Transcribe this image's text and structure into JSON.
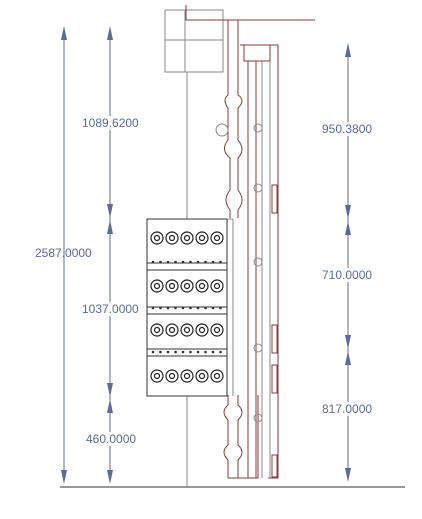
{
  "dimensions": {
    "overall_height": "2587.0000",
    "left_upper": "1089.6200",
    "left_middle": "1037.0000",
    "left_lower": "460.0000",
    "right_upper": "950.3800",
    "right_middle": "710.0000",
    "right_lower": "817.0000"
  },
  "colors": {
    "dimension": "#5c6b9e",
    "structure": "#8b3a3a",
    "equipment": "#333333"
  },
  "panel": {
    "ring_rows": 4,
    "rings_per_row": 5,
    "dot_rows": 3,
    "dots_per_row": 10
  }
}
